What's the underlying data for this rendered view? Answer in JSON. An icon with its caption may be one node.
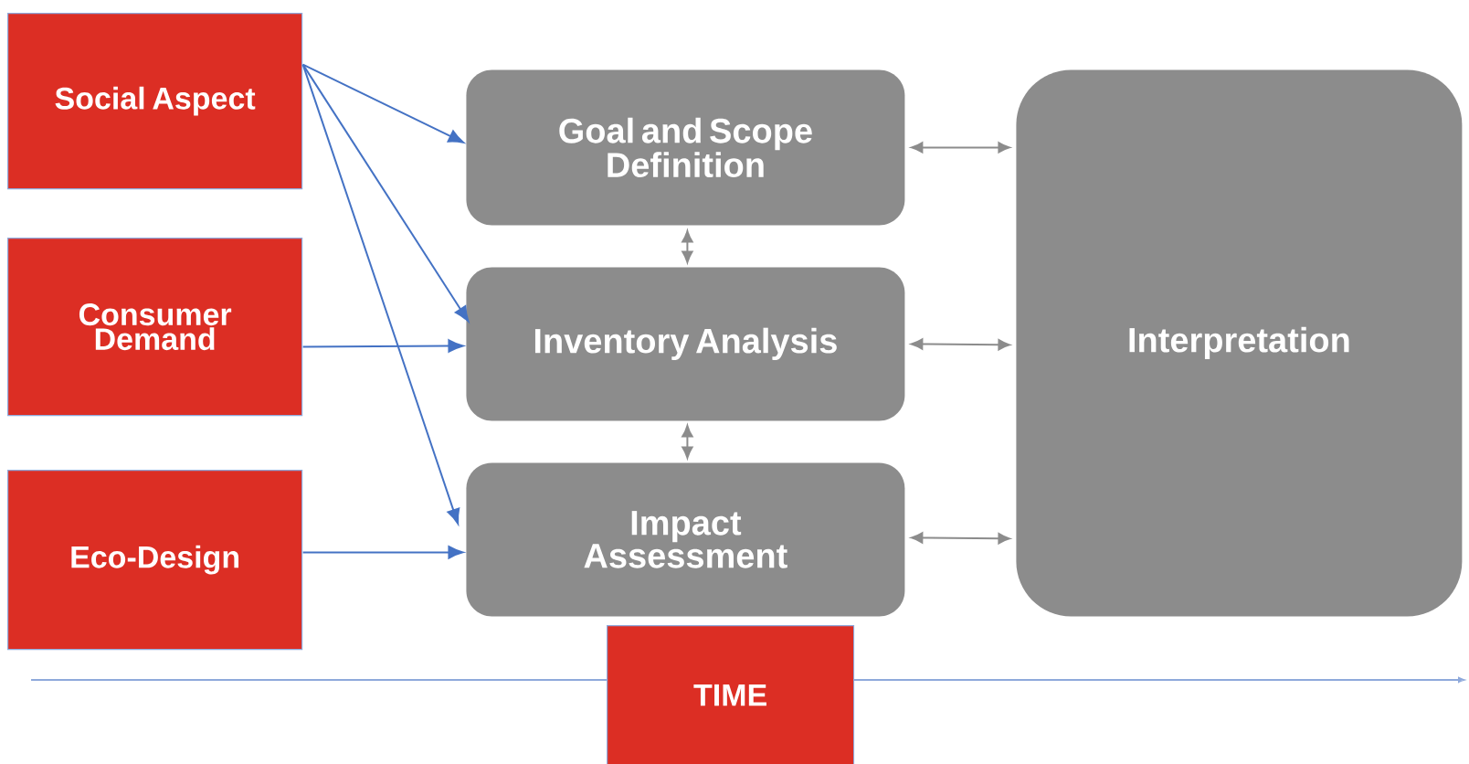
{
  "diagram": {
    "nodes": [
      {
        "text": [
          "Social Aspect"
        ]
      },
      {
        "text": [
          "Consumer Demand"
        ]
      },
      {
        "text": [
          "Eco-Design"
        ]
      },
      {
        "text": [
          "Goal and Scope Definition"
        ]
      },
      {
        "text": [
          "Inventory Analysis"
        ]
      },
      {
        "text": [
          "Impact Assessment"
        ]
      },
      {
        "text": [
          "Interpretation"
        ]
      },
      {
        "text": [
          "TIME"
        ]
      }
    ],
    "edges": [
      {
        "from": 0,
        "to": 3,
        "arrow": "to",
        "color": "#4472c4"
      },
      {
        "from": 0,
        "to": 4,
        "arrow": "to",
        "color": "#4472c4"
      },
      {
        "from": 0,
        "to": 5,
        "arrow": "to",
        "color": "#4472c4"
      },
      {
        "from": 1,
        "to": 4,
        "arrow": "to",
        "color": "#4472c4"
      },
      {
        "from": 2,
        "to": 5,
        "arrow": "to",
        "color": "#4472c4"
      },
      {
        "from": 3,
        "to": 4,
        "arrow": "both",
        "color": "#8c8c8c"
      },
      {
        "from": 4,
        "to": 5,
        "arrow": "both",
        "color": "#8c8c8c"
      },
      {
        "from": 3,
        "to": 6,
        "arrow": "both",
        "color": "#8c8c8c"
      },
      {
        "from": 4,
        "to": 6,
        "arrow": "both",
        "color": "#8c8c8c"
      },
      {
        "from": 5,
        "to": 6,
        "arrow": "both",
        "color": "#8c8c8c"
      }
    ]
  }
}
